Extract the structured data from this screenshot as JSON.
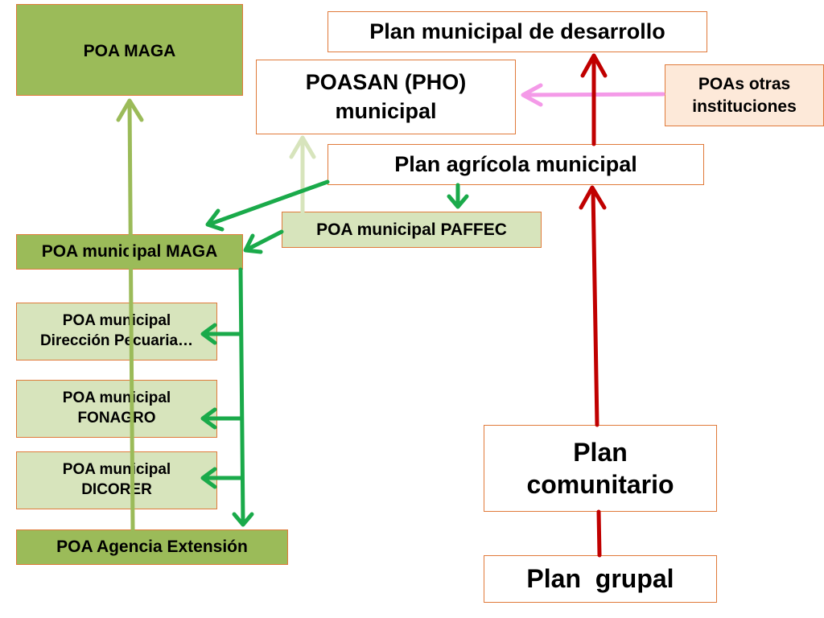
{
  "colors": {
    "olive_arrow": "#9bbb59",
    "faded_arrow": "#d7e4bc",
    "green_arrow": "#1aaa4a",
    "red_arrow": "#c00000",
    "pink_arrow": "#f49ae8",
    "box_border": "#e07a3a"
  },
  "boxes": {
    "poa_maga": "POA MAGA",
    "plan_municipal_desarrollo": "Plan municipal de desarrollo",
    "poasan_line1": "POASAN (PHO)",
    "poasan_line2": "municipal",
    "poas_otras_line1": "POAs otras",
    "poas_otras_line2": "instituciones",
    "plan_agricola": "Plan agrícola municipal",
    "poa_paffec": "POA municipal PAFFEC",
    "poa_municipal_maga": "POA municipal MAGA",
    "pecuaria_line1": "POA municipal",
    "pecuaria_line2": "Dirección Pecuaria…",
    "fonagro_line1": "POA municipal",
    "fonagro_line2": "FONAGRO",
    "dicorer_line1": "POA municipal",
    "dicorer_line2": "DICORER",
    "poa_agencia": "POA Agencia Extensión",
    "plan_comunitario_line1": "Plan",
    "plan_comunitario_line2": "comunitario",
    "plan_grupal": "Plan  grupal"
  }
}
